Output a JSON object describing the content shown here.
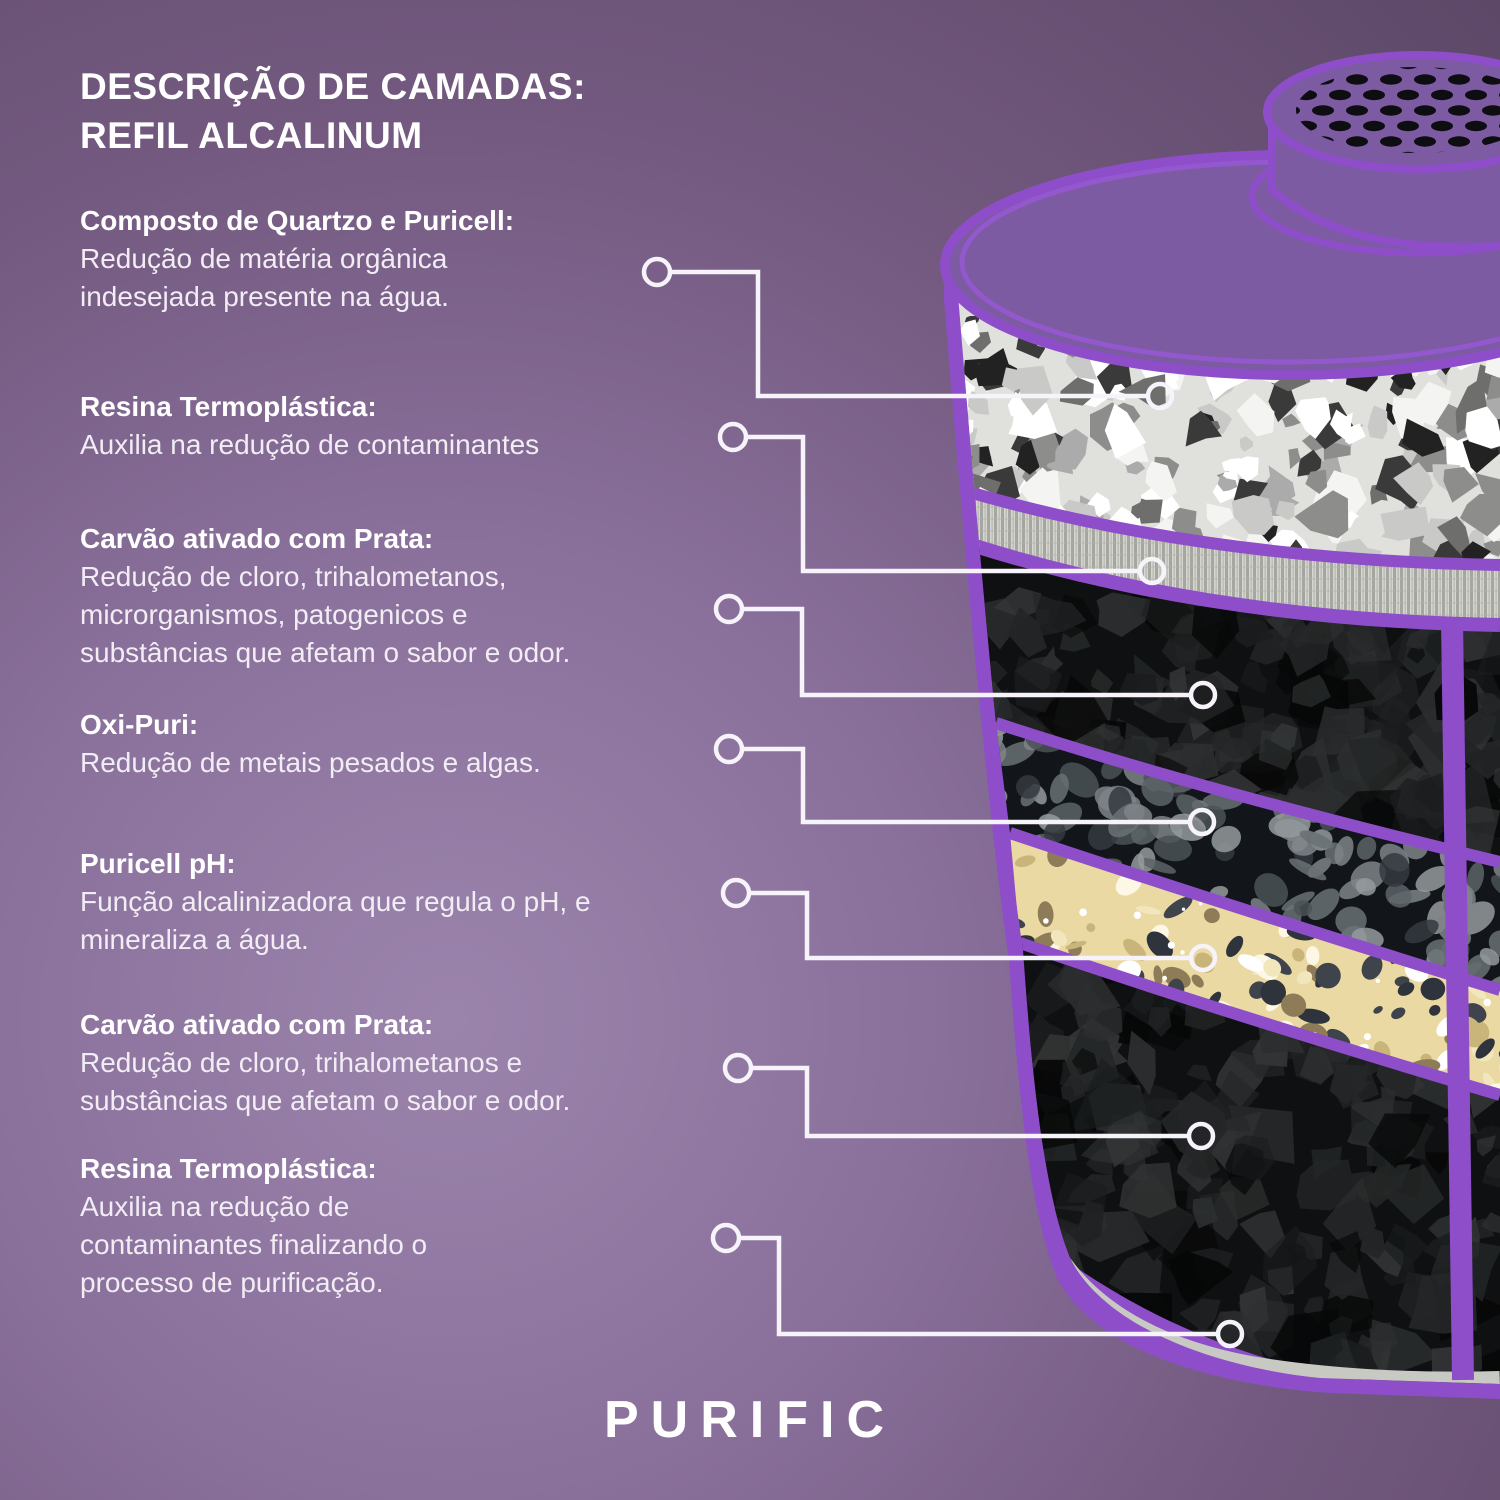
{
  "title": {
    "lines": [
      "DESCRIÇÃO DE CAMADAS:",
      "REFIL ALCALINUM"
    ]
  },
  "brand": "PURIFIC",
  "callouts": [
    {
      "heading": "Composto de Quartzo e Puricell:",
      "body_lines": [
        "Redução de matéria orgânica",
        "indesejada presente na água."
      ]
    },
    {
      "heading": "Resina Termoplástica:",
      "body_lines": [
        "Auxilia na redução de contaminantes"
      ]
    },
    {
      "heading": "Carvão ativado com Prata:",
      "body_lines": [
        "Redução de cloro, trihalometanos,",
        "microrganismos, patogenicos  e",
        "substâncias que afetam o sabor e odor."
      ]
    },
    {
      "heading": "Oxi-Puri:",
      "body_lines": [
        "Redução de metais pesados e algas."
      ]
    },
    {
      "heading": "Puricell pH:",
      "body_lines": [
        "Função alcalinizadora que regula o pH, e",
        "mineraliza a água."
      ]
    },
    {
      "heading": "Carvão ativado com Prata:",
      "body_lines": [
        "Redução de cloro, trihalometanos e",
        "substâncias que afetam o sabor e odor."
      ]
    },
    {
      "heading": "Resina Termoplástica:",
      "body_lines": [
        "Auxilia na redução de",
        "contaminantes finalizando o",
        "processo de purificação."
      ]
    }
  ],
  "illustration": {
    "layers": [
      "quartzo-puricell-layer",
      "resina-termoplastica-layer",
      "carvao-ativado-prata-layer",
      "oxi-puri-layer",
      "puricell-ph-layer",
      "carvao-ativado-prata-layer-2",
      "resina-termoplastica-bottom-layer"
    ]
  },
  "colors": {
    "background_outer": "#5d4868",
    "background_inner": "#9b84ac",
    "shell_purple": "#8e4ec9",
    "shell_light": "#9a58d8",
    "lid_fill": "#7d5ba3",
    "line_white": "#f7f3fa",
    "quartz_base": "#e0e0dd",
    "mesh_base": "#d6d6d0",
    "carbon_base": "#0f1011",
    "pebble_base": "#12161a",
    "alkaline_base": "#ead9a2",
    "rim_gray": "#c9c9c4",
    "hole_black": "#0d0d12",
    "text": "#ffffff"
  }
}
